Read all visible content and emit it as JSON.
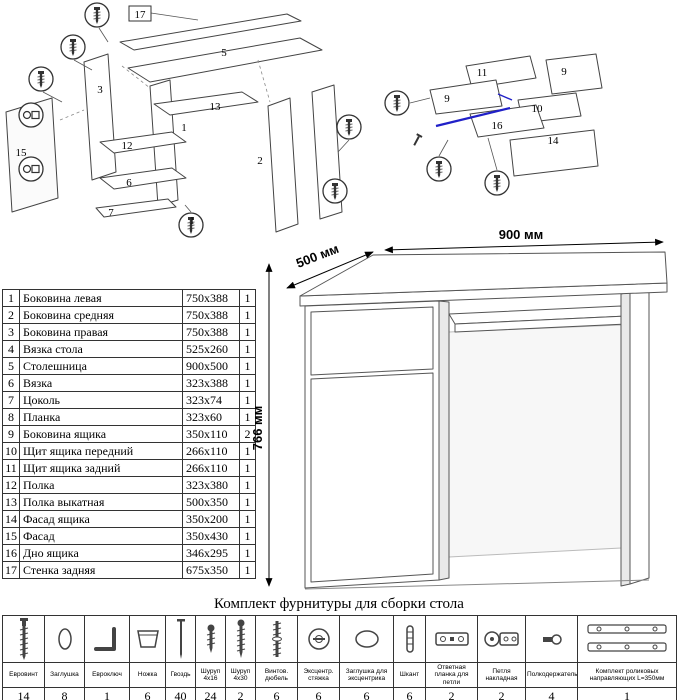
{
  "parts_table": {
    "rows": [
      {
        "num": "1",
        "name": "Боковина левая",
        "size": "750x388",
        "qty": "1"
      },
      {
        "num": "2",
        "name": "Боковина средняя",
        "size": "750x388",
        "qty": "1"
      },
      {
        "num": "3",
        "name": "Боковина правая",
        "size": "750x388",
        "qty": "1"
      },
      {
        "num": "4",
        "name": "Вязка стола",
        "size": "525x260",
        "qty": "1"
      },
      {
        "num": "5",
        "name": "Столешница",
        "size": "900x500",
        "qty": "1"
      },
      {
        "num": "6",
        "name": "Вязка",
        "size": "323x388",
        "qty": "1"
      },
      {
        "num": "7",
        "name": "Цоколь",
        "size": "323x74",
        "qty": "1"
      },
      {
        "num": "8",
        "name": "Планка",
        "size": "323x60",
        "qty": "1"
      },
      {
        "num": "9",
        "name": "Боковина ящика",
        "size": "350x110",
        "qty": "2"
      },
      {
        "num": "10",
        "name": "Щит ящика передний",
        "size": "266x110",
        "qty": "1"
      },
      {
        "num": "11",
        "name": "Щит ящика задний",
        "size": "266x110",
        "qty": "1"
      },
      {
        "num": "12",
        "name": "Полка",
        "size": "323x380",
        "qty": "1"
      },
      {
        "num": "13",
        "name": "Полка выкатная",
        "size": "500x350",
        "qty": "1"
      },
      {
        "num": "14",
        "name": "Фасад ящика",
        "size": "350x200",
        "qty": "1"
      },
      {
        "num": "15",
        "name": "Фасад",
        "size": "350x430",
        "qty": "1"
      },
      {
        "num": "16",
        "name": "Дно ящика",
        "size": "346x295",
        "qty": "1"
      },
      {
        "num": "17",
        "name": "Стенка задняя",
        "size": "675x350",
        "qty": "1"
      }
    ]
  },
  "desk": {
    "dim_width": "900 мм",
    "dim_depth": "500 мм",
    "dim_height": "766 мм"
  },
  "diagrams": {
    "main": {
      "labels": {
        "p1a": "1",
        "p1b": "1",
        "p2": "2",
        "p3": "3",
        "p5": "5",
        "p6": "6",
        "p7": "7",
        "p12": "12",
        "p13": "13",
        "p15": "15",
        "p17": "17"
      }
    },
    "drawer": {
      "labels": {
        "p9a": "9",
        "p9b": "9",
        "p10": "10",
        "p11": "11",
        "p14": "14",
        "p16": "16"
      }
    }
  },
  "hardware": {
    "title": "Комплект фурнитуры для сборки стола",
    "items": [
      {
        "name": "Евровинт",
        "qty": "14",
        "icon": "euroscrew"
      },
      {
        "name": "Заглушка",
        "qty": "8",
        "icon": "cap"
      },
      {
        "name": "Евроключ",
        "qty": "1",
        "icon": "hexkey"
      },
      {
        "name": "Ножка",
        "qty": "6",
        "icon": "leg"
      },
      {
        "name": "Гвоздь",
        "qty": "40",
        "icon": "nail"
      },
      {
        "name": "Шуруп 4x16",
        "qty": "24",
        "icon": "screw-short"
      },
      {
        "name": "Шуруп 4x30",
        "qty": "2",
        "icon": "screw-long"
      },
      {
        "name": "Винтов. дюбель",
        "qty": "6",
        "icon": "dowel-screw"
      },
      {
        "name": "Эксцентр. стяжка",
        "qty": "6",
        "icon": "cam"
      },
      {
        "name": "Заглушка для эксцентрика",
        "qty": "6",
        "icon": "cam-cap"
      },
      {
        "name": "Шкант",
        "qty": "6",
        "icon": "wood-dowel"
      },
      {
        "name": "Ответная планка для петли",
        "qty": "2",
        "icon": "hinge-plate"
      },
      {
        "name": "Петля накладная",
        "qty": "2",
        "icon": "hinge"
      },
      {
        "name": "Полкодержатель",
        "qty": "4",
        "icon": "shelf-pin"
      },
      {
        "name": "Комплект роликовых направляющих L=350мм",
        "qty": "1",
        "icon": "rails"
      }
    ]
  }
}
